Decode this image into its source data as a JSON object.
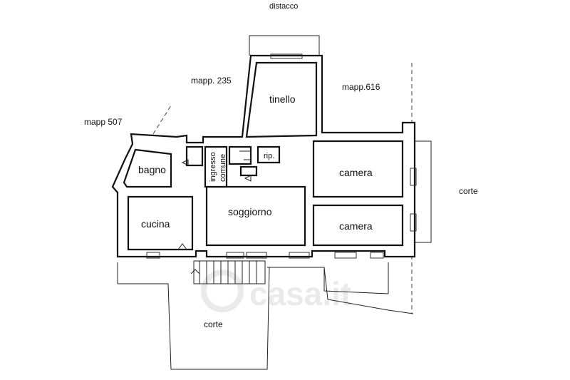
{
  "labels": {
    "top": "distacco",
    "mapp235": "mapp. 235",
    "mapp616": "mapp.616",
    "mapp507": "mapp 507",
    "tinello": "tinello",
    "bagno": "bagno",
    "ingresso": "ingresso",
    "comune": "comune",
    "rip": "rip.",
    "camera1": "camera",
    "camera2": "camera",
    "soggiorno": "soggiorno",
    "cucina": "cucina",
    "corte_right": "corte",
    "corte_bottom": "corte"
  },
  "watermark": "casa.it",
  "colors": {
    "wall": "#111111",
    "background": "#ffffff",
    "watermark": "#d9d9d9"
  }
}
